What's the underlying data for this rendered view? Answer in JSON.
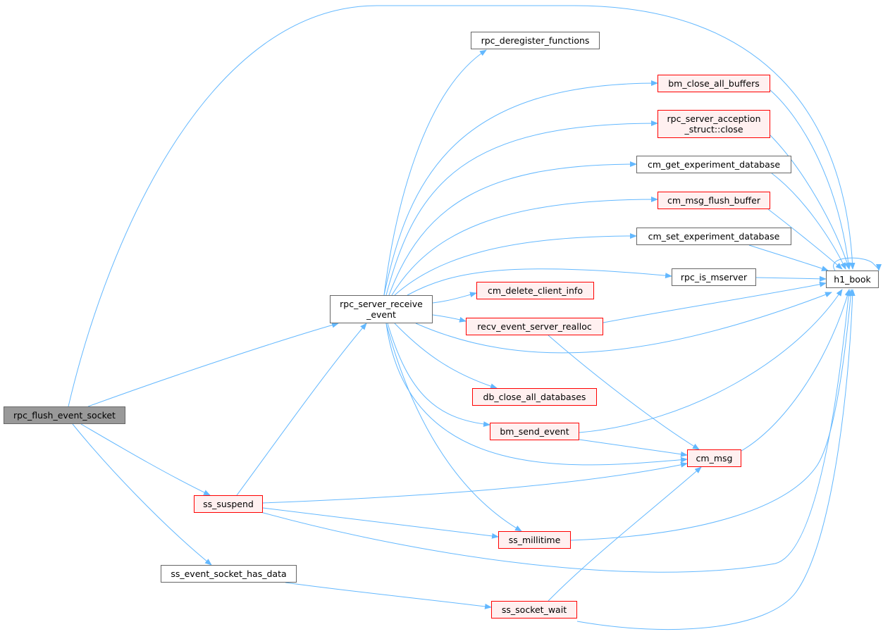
{
  "colors": {
    "edge": "#63b8ff",
    "node_border": "#666666",
    "link_border": "#ff0000",
    "link_fill": "#fff0f0",
    "root_fill": "#999999"
  },
  "nodes": [
    {
      "id": "rpc_flush_event_socket",
      "label": "rpc_flush_event_socket",
      "style": "root"
    },
    {
      "id": "rpc_server_receive_event",
      "label": "rpc_server_receive\n_event",
      "style": "plain"
    },
    {
      "id": "ss_suspend",
      "label": "ss_suspend",
      "style": "red"
    },
    {
      "id": "ss_event_socket_has_data",
      "label": "ss_event_socket_has_data",
      "style": "plain"
    },
    {
      "id": "rpc_deregister_functions",
      "label": "rpc_deregister_functions",
      "style": "plain"
    },
    {
      "id": "bm_close_all_buffers",
      "label": "bm_close_all_buffers",
      "style": "red"
    },
    {
      "id": "rpc_server_acception_close",
      "label": "rpc_server_acception\n_struct::close",
      "style": "red"
    },
    {
      "id": "cm_get_experiment_database",
      "label": "cm_get_experiment_database",
      "style": "plain"
    },
    {
      "id": "cm_msg_flush_buffer",
      "label": "cm_msg_flush_buffer",
      "style": "red"
    },
    {
      "id": "cm_set_experiment_database",
      "label": "cm_set_experiment_database",
      "style": "plain"
    },
    {
      "id": "rpc_is_mserver",
      "label": "rpc_is_mserver",
      "style": "plain"
    },
    {
      "id": "cm_delete_client_info",
      "label": "cm_delete_client_info",
      "style": "red"
    },
    {
      "id": "recv_event_server_realloc",
      "label": "recv_event_server_realloc",
      "style": "red"
    },
    {
      "id": "db_close_all_databases",
      "label": "db_close_all_databases",
      "style": "red"
    },
    {
      "id": "bm_send_event",
      "label": "bm_send_event",
      "style": "red"
    },
    {
      "id": "cm_msg",
      "label": "cm_msg",
      "style": "red"
    },
    {
      "id": "ss_millitime",
      "label": "ss_millitime",
      "style": "red"
    },
    {
      "id": "ss_socket_wait",
      "label": "ss_socket_wait",
      "style": "red"
    },
    {
      "id": "h1_book",
      "label": "h1_book",
      "style": "plain"
    }
  ],
  "edges": [
    [
      "rpc_flush_event_socket",
      "h1_book"
    ],
    [
      "rpc_flush_event_socket",
      "rpc_server_receive_event"
    ],
    [
      "rpc_flush_event_socket",
      "ss_suspend"
    ],
    [
      "rpc_flush_event_socket",
      "ss_event_socket_has_data"
    ],
    [
      "rpc_server_receive_event",
      "rpc_deregister_functions"
    ],
    [
      "rpc_server_receive_event",
      "bm_close_all_buffers"
    ],
    [
      "rpc_server_receive_event",
      "rpc_server_acception_close"
    ],
    [
      "rpc_server_receive_event",
      "cm_get_experiment_database"
    ],
    [
      "rpc_server_receive_event",
      "cm_msg_flush_buffer"
    ],
    [
      "rpc_server_receive_event",
      "cm_set_experiment_database"
    ],
    [
      "rpc_server_receive_event",
      "rpc_is_mserver"
    ],
    [
      "rpc_server_receive_event",
      "cm_delete_client_info"
    ],
    [
      "rpc_server_receive_event",
      "recv_event_server_realloc"
    ],
    [
      "rpc_server_receive_event",
      "h1_book"
    ],
    [
      "rpc_server_receive_event",
      "db_close_all_databases"
    ],
    [
      "rpc_server_receive_event",
      "bm_send_event"
    ],
    [
      "rpc_server_receive_event",
      "cm_msg"
    ],
    [
      "rpc_server_receive_event",
      "ss_millitime"
    ],
    [
      "ss_suspend",
      "rpc_server_receive_event"
    ],
    [
      "ss_suspend",
      "cm_msg"
    ],
    [
      "ss_suspend",
      "ss_millitime"
    ],
    [
      "ss_suspend",
      "h1_book"
    ],
    [
      "ss_event_socket_has_data",
      "ss_socket_wait"
    ],
    [
      "bm_close_all_buffers",
      "h1_book"
    ],
    [
      "rpc_server_acception_close",
      "h1_book"
    ],
    [
      "cm_get_experiment_database",
      "h1_book"
    ],
    [
      "cm_msg_flush_buffer",
      "h1_book"
    ],
    [
      "cm_set_experiment_database",
      "h1_book"
    ],
    [
      "rpc_is_mserver",
      "h1_book"
    ],
    [
      "recv_event_server_realloc",
      "h1_book"
    ],
    [
      "recv_event_server_realloc",
      "cm_msg"
    ],
    [
      "bm_send_event",
      "h1_book"
    ],
    [
      "bm_send_event",
      "cm_msg"
    ],
    [
      "cm_msg",
      "h1_book"
    ],
    [
      "ss_millitime",
      "h1_book"
    ],
    [
      "ss_socket_wait",
      "cm_msg"
    ],
    [
      "ss_socket_wait",
      "h1_book"
    ],
    [
      "h1_book",
      "h1_book"
    ]
  ]
}
